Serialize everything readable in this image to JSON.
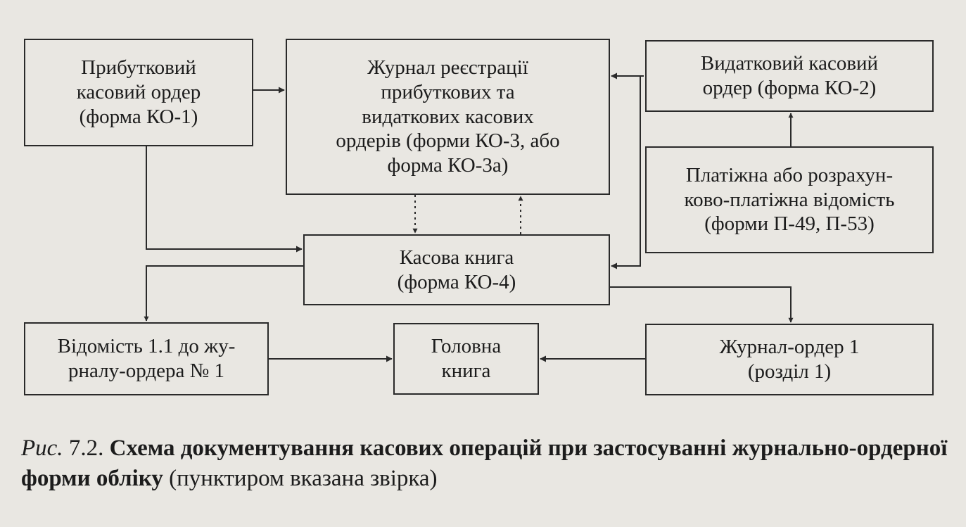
{
  "boxes": {
    "receipt_order": "Прибутковий\nкасовий ордер\n(форма КО-1)",
    "journal": "Журнал реєстрації\nприбуткових та\nвидаткових касових\nордерів (форми КО-3, або\nформа КО-3а)",
    "expense_order": "Видатковий касовий\nордер (форма КО-2)",
    "payroll": "Платіжна або розрахун-\nково-платіжна відомість\n(форми П-49, П-53)",
    "cash_book": "Касова книга\n(форма КО-4)",
    "statement": "Відомість 1.1 до жу-\nрналу-ордера № 1",
    "general_ledger": "Головна\nкнига",
    "journal_order": "Журнал-ордер 1\n(розділ 1)"
  },
  "caption": {
    "prefix_italic": "Рис.",
    "number": " 7.2. ",
    "title_bold": "Схема документування касових операцій при застосуванні журнально-ордерної форми обліку",
    "note": " (пунктиром вказана звірка)"
  },
  "colors": {
    "background": "#e9e7e2",
    "line": "#2a2a2a"
  }
}
